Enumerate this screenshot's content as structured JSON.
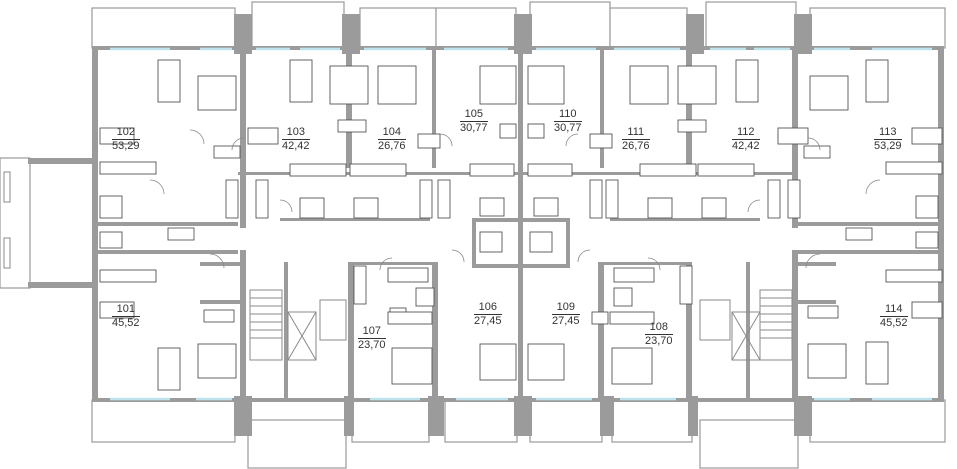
{
  "apartments": [
    {
      "number": "102",
      "area": "53,29"
    },
    {
      "number": "103",
      "area": "42,42"
    },
    {
      "number": "104",
      "area": "26,76"
    },
    {
      "number": "105",
      "area": "30,77"
    },
    {
      "number": "110",
      "area": "30,77"
    },
    {
      "number": "111",
      "area": "26,76"
    },
    {
      "number": "112",
      "area": "42,42"
    },
    {
      "number": "113",
      "area": "53,29"
    },
    {
      "number": "101",
      "area": "45,52"
    },
    {
      "number": "106",
      "area": "27,45"
    },
    {
      "number": "109",
      "area": "27,45"
    },
    {
      "number": "107",
      "area": "23,70"
    },
    {
      "number": "108",
      "area": "23,70"
    },
    {
      "number": "114",
      "area": "45,52"
    }
  ],
  "colors": {
    "wall": "#9b9b9b",
    "glazing": "#bfe3ec",
    "furniture": "#555555"
  }
}
